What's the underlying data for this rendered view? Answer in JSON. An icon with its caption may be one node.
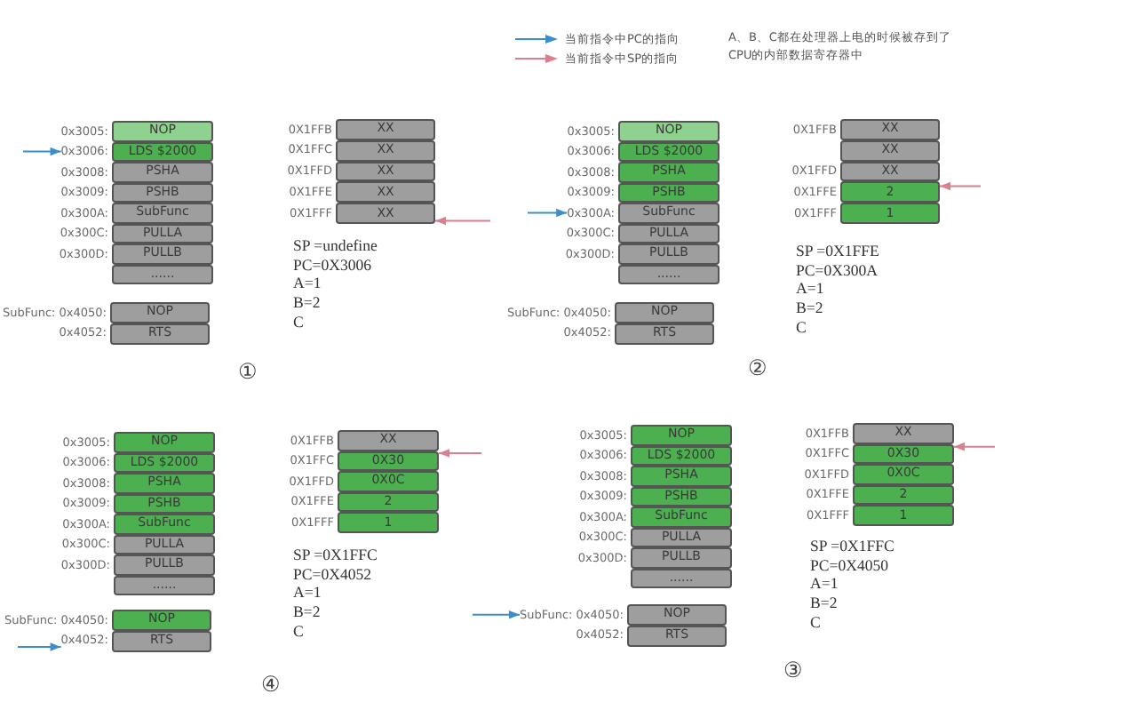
{
  "diagram": {
    "nodes": [
      {
        "text": [
          "NOP"
        ],
        "beside": [
          "0x3005:"
        ]
      },
      {
        "text": [
          "LDS $2000"
        ],
        "beside": [
          "0x3006:"
        ]
      },
      {
        "text": [
          "PSHA"
        ],
        "beside": [
          "0x3008:"
        ]
      },
      {
        "text": [
          "PSHB"
        ],
        "beside": [
          "0x3009:"
        ]
      },
      {
        "text": [
          "SubFunc"
        ],
        "beside": [
          "0x300A:"
        ]
      },
      {
        "text": [
          "PULLA"
        ],
        "beside": [
          "0x300C:"
        ]
      },
      {
        "text": [
          "PULLB"
        ],
        "beside": [
          "0x300D:"
        ]
      },
      {
        "text": [
          "......"
        ]
      },
      {
        "text": [
          "NOP"
        ],
        "beside": [
          "SubFunc: 0x4050:"
        ]
      },
      {
        "text": [
          "RTS"
        ],
        "beside": [
          "0x4052:"
        ]
      },
      {
        "text": [
          "XX"
        ],
        "beside": [
          "0X1FFB"
        ]
      },
      {
        "text": [
          "XX"
        ],
        "beside": [
          "0X1FFC"
        ]
      },
      {
        "text": [
          "XX"
        ],
        "beside": [
          "0X1FFD"
        ]
      },
      {
        "text": [
          "XX"
        ],
        "beside": [
          "0X1FFE"
        ]
      },
      {
        "text": [
          "XX"
        ],
        "beside": [
          "0X1FFF"
        ]
      },
      {
        "text": [
          "NOP"
        ],
        "beside": [
          "0x3005:"
        ]
      },
      {
        "text": [
          "LDS $2000"
        ],
        "beside": [
          "0x3006:"
        ]
      },
      {
        "text": [
          "PSHA"
        ],
        "beside": [
          "0x3008:"
        ]
      },
      {
        "text": [
          "PSHB"
        ],
        "beside": [
          "0x3009:"
        ]
      },
      {
        "text": [
          "SubFunc"
        ],
        "beside": [
          "0x300A:"
        ]
      },
      {
        "text": [
          "PULLA"
        ],
        "beside": [
          "0x300C:"
        ]
      },
      {
        "text": [
          "PULLB"
        ],
        "beside": [
          "0x300D:"
        ]
      },
      {
        "text": [
          "......"
        ]
      },
      {
        "text": [
          "NOP"
        ],
        "beside": [
          "SubFunc: 0x4050:"
        ]
      },
      {
        "text": [
          "RTS"
        ],
        "beside": [
          "0x4052:"
        ]
      },
      {
        "text": [
          "XX"
        ],
        "beside": [
          "0X1FFB"
        ]
      },
      {
        "text": [
          "XX"
        ]
      },
      {
        "text": [
          "XX"
        ],
        "beside": [
          "0X1FFD"
        ]
      },
      {
        "text": [
          "2"
        ],
        "beside": [
          "0X1FFE"
        ]
      },
      {
        "text": [
          "1"
        ],
        "beside": [
          "0X1FFF"
        ]
      },
      {
        "text": [
          "NOP"
        ],
        "beside": [
          "0x3005:"
        ]
      },
      {
        "text": [
          "LDS $2000"
        ],
        "beside": [
          "0x3006:"
        ]
      },
      {
        "text": [
          "PSHA"
        ],
        "beside": [
          "0x3008:"
        ]
      },
      {
        "text": [
          "PSHB"
        ],
        "beside": [
          "0x3009:"
        ]
      },
      {
        "text": [
          "SubFunc"
        ],
        "beside": [
          "0x300A:"
        ]
      },
      {
        "text": [
          "PULLA"
        ],
        "beside": [
          "0x300C:"
        ]
      },
      {
        "text": [
          "PULLB"
        ],
        "beside": [
          "0x300D:"
        ]
      },
      {
        "text": [
          "......"
        ]
      },
      {
        "text": [
          "NOP"
        ],
        "beside": [
          "SubFunc: 0x4050:"
        ]
      },
      {
        "text": [
          "RTS"
        ],
        "beside": [
          "0x4052:"
        ]
      },
      {
        "text": [
          "XX"
        ],
        "beside": [
          "0X1FFB"
        ]
      },
      {
        "text": [
          "0X30"
        ],
        "beside": [
          "0X1FFC"
        ]
      },
      {
        "text": [
          "0X0C"
        ],
        "beside": [
          "0X1FFD"
        ]
      },
      {
        "text": [
          "2"
        ],
        "beside": [
          "0X1FFE"
        ]
      },
      {
        "text": [
          "1"
        ],
        "beside": [
          "0X1FFF"
        ]
      },
      {
        "text": [
          "NOP"
        ],
        "beside": [
          "0x3005:"
        ]
      },
      {
        "text": [
          "LDS $2000"
        ],
        "beside": [
          "0x3006:"
        ]
      },
      {
        "text": [
          "PSHA"
        ],
        "beside": [
          "0x3008:"
        ]
      },
      {
        "text": [
          "PSHB"
        ],
        "beside": [
          "0x3009:"
        ]
      },
      {
        "text": [
          "SubFunc"
        ],
        "beside": [
          "0x300A:"
        ]
      },
      {
        "text": [
          "PULLA"
        ],
        "beside": [
          "0x300C:"
        ]
      },
      {
        "text": [
          "PULLB"
        ],
        "beside": [
          "0x300D:"
        ]
      },
      {
        "text": [
          "......"
        ]
      },
      {
        "text": [
          "NOP"
        ],
        "beside": [
          "SubFunc: 0x4050:"
        ]
      },
      {
        "text": [
          "RTS"
        ],
        "beside": [
          "0x4052:"
        ]
      },
      {
        "text": [
          "XX"
        ],
        "beside": [
          "0X1FFB"
        ]
      },
      {
        "text": [
          "0X30"
        ],
        "beside": [
          "0X1FFC"
        ]
      },
      {
        "text": [
          "0X0C"
        ],
        "beside": [
          "0X1FFD"
        ]
      },
      {
        "text": [
          "2"
        ],
        "beside": [
          "0X1FFE"
        ]
      },
      {
        "text": [
          "1"
        ],
        "beside": [
          "0X1FFF"
        ]
      }
    ],
    "edges": [
      {
        "from": null,
        "to": 1,
        "arrow": "to",
        "color": "#3c8dcc"
      },
      {
        "from": null,
        "to": 14,
        "arrow": "to",
        "color": "#d9808f"
      },
      {
        "from": null,
        "to": 19,
        "arrow": "to",
        "color": "#3c8dcc"
      },
      {
        "from": null,
        "to": 28,
        "arrow": "to",
        "color": "#d9808f"
      },
      {
        "from": null,
        "to": 39,
        "arrow": "to",
        "color": "#3c8dcc"
      },
      {
        "from": null,
        "to": 41,
        "arrow": "to",
        "color": "#d9808f"
      },
      {
        "from": null,
        "to": 53,
        "arrow": "to",
        "color": "#3c8dcc"
      },
      {
        "from": null,
        "to": 56,
        "arrow": "to",
        "color": "#d9808f"
      }
    ],
    "labels": [
      "A、B、C都在处理器上电的时候被存到了CPU的内部数据寄存器中",
      "SP =undefine",
      "PC=0X3006",
      "A=1",
      "B=2",
      "C",
      "SP =0X1FFE",
      "PC=0X300A",
      "A=1",
      "B=2",
      "C",
      "①",
      "②",
      "SP =0X1FFC",
      "PC=0X4052",
      "A=1",
      "B=2",
      "C",
      "SP =0X1FFC",
      "PC=0X4050",
      "A=1",
      "B=2",
      "C",
      "④",
      "③"
    ],
    "legend": [
      {
        "text": "当前指令中PC的指向"
      },
      {
        "text": "当前指令中SP的指向"
      }
    ]
  }
}
